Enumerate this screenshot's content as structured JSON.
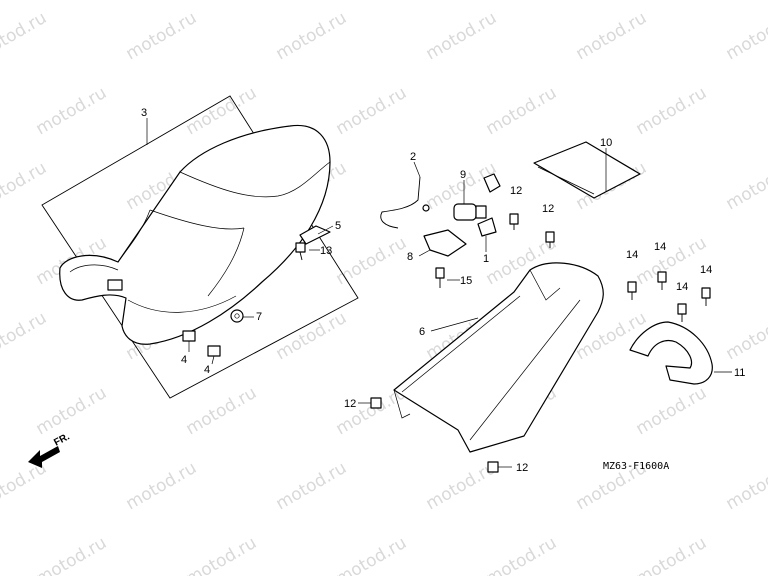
{
  "watermark": {
    "text": "motod.ru",
    "color": "#d9d9d9"
  },
  "direction_label": "FR.",
  "diagram_code": "MZ63-F1600A",
  "callouts": [
    {
      "id": "c1",
      "label": "1"
    },
    {
      "id": "c2",
      "label": "2"
    },
    {
      "id": "c3",
      "label": "3"
    },
    {
      "id": "c4a",
      "label": "4"
    },
    {
      "id": "c4b",
      "label": "4"
    },
    {
      "id": "c5",
      "label": "5"
    },
    {
      "id": "c6",
      "label": "6"
    },
    {
      "id": "c7",
      "label": "7"
    },
    {
      "id": "c8",
      "label": "8"
    },
    {
      "id": "c9",
      "label": "9"
    },
    {
      "id": "c10",
      "label": "10"
    },
    {
      "id": "c11",
      "label": "11"
    },
    {
      "id": "c12a",
      "label": "12"
    },
    {
      "id": "c12b",
      "label": "12"
    },
    {
      "id": "c12c",
      "label": "12"
    },
    {
      "id": "c12d",
      "label": "12"
    },
    {
      "id": "c13",
      "label": "13"
    },
    {
      "id": "c14a",
      "label": "14"
    },
    {
      "id": "c14b",
      "label": "14"
    },
    {
      "id": "c14c",
      "label": "14"
    },
    {
      "id": "c14d",
      "label": "14"
    },
    {
      "id": "c15",
      "label": "15"
    }
  ]
}
